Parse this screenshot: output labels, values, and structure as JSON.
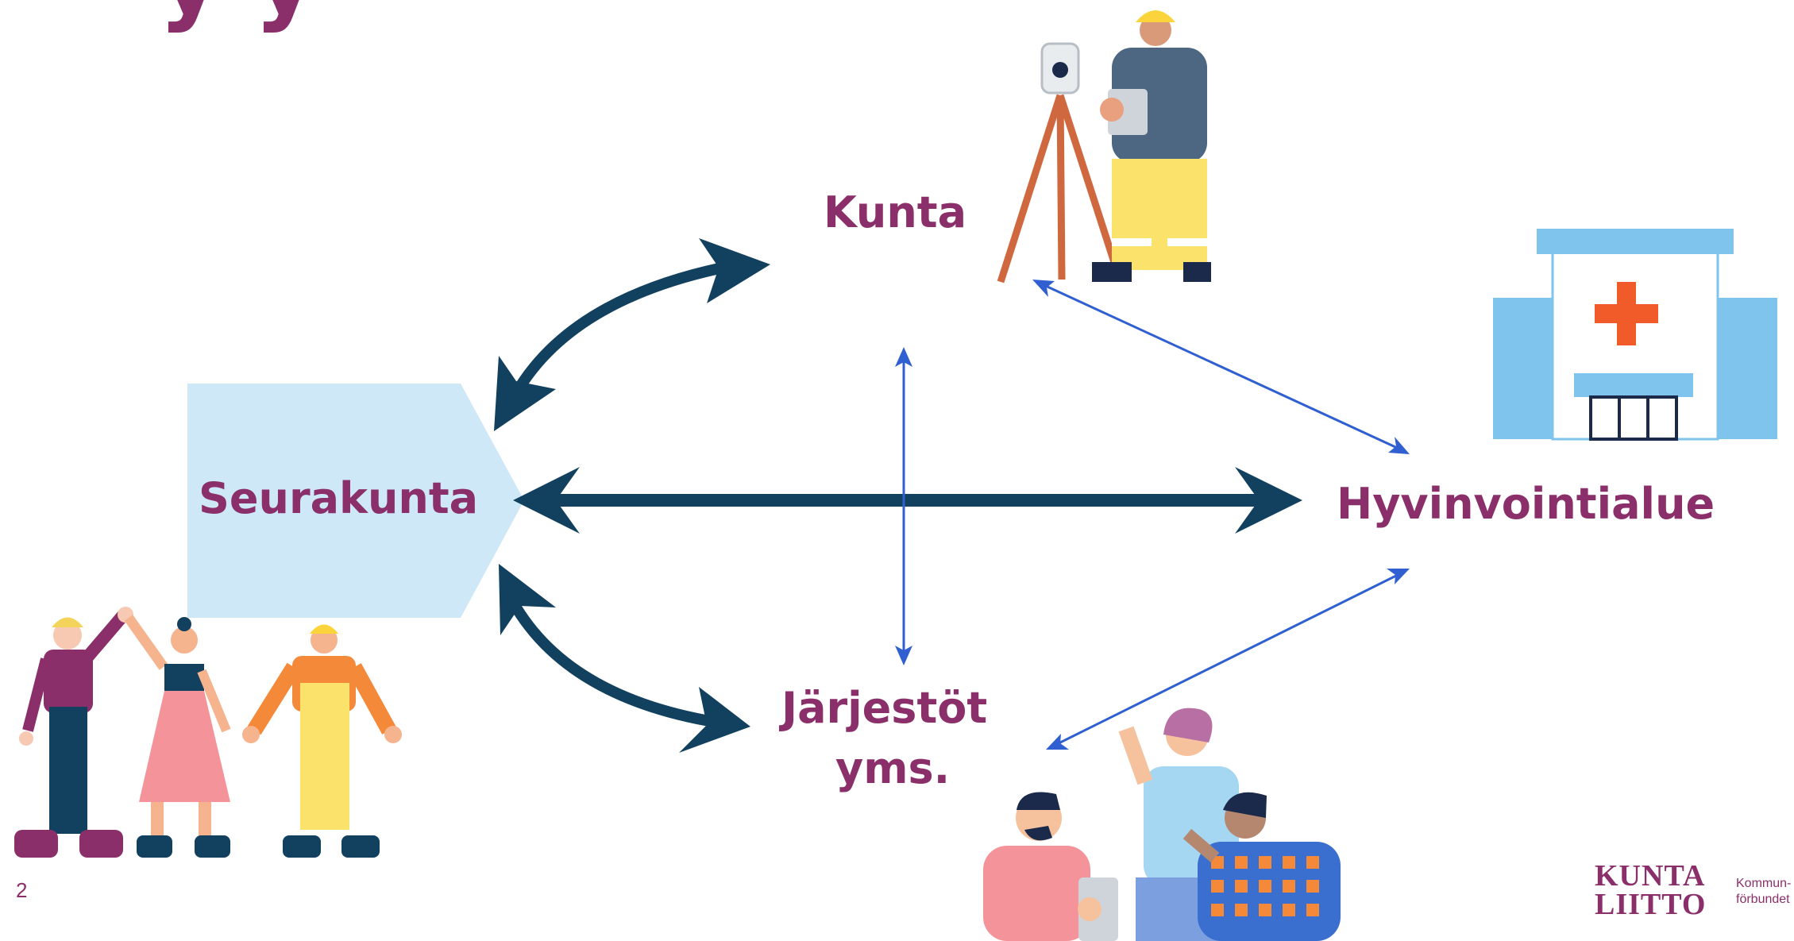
{
  "title_fragment": "y    y",
  "nodes": {
    "kunta": "Kunta",
    "seurakunta": "Seurakunta",
    "hyvinvointialue": "Hyvinvointialue",
    "jarjestot_line1": "Järjestöt",
    "jarjestot_line2": "yms."
  },
  "page_number": "2",
  "logo": {
    "line1": "KUNTA",
    "line2": "LIITTO",
    "sub1": "Kommun-",
    "sub2": "förbundet"
  },
  "colors": {
    "label": "#8b2f6a",
    "thick_arrow": "#12405f",
    "thin_arrow": "#2f5fd0",
    "seurakunta_shape": "#cfe8f7",
    "hospital": "#7fc4ec",
    "cross": "#f15a29"
  }
}
